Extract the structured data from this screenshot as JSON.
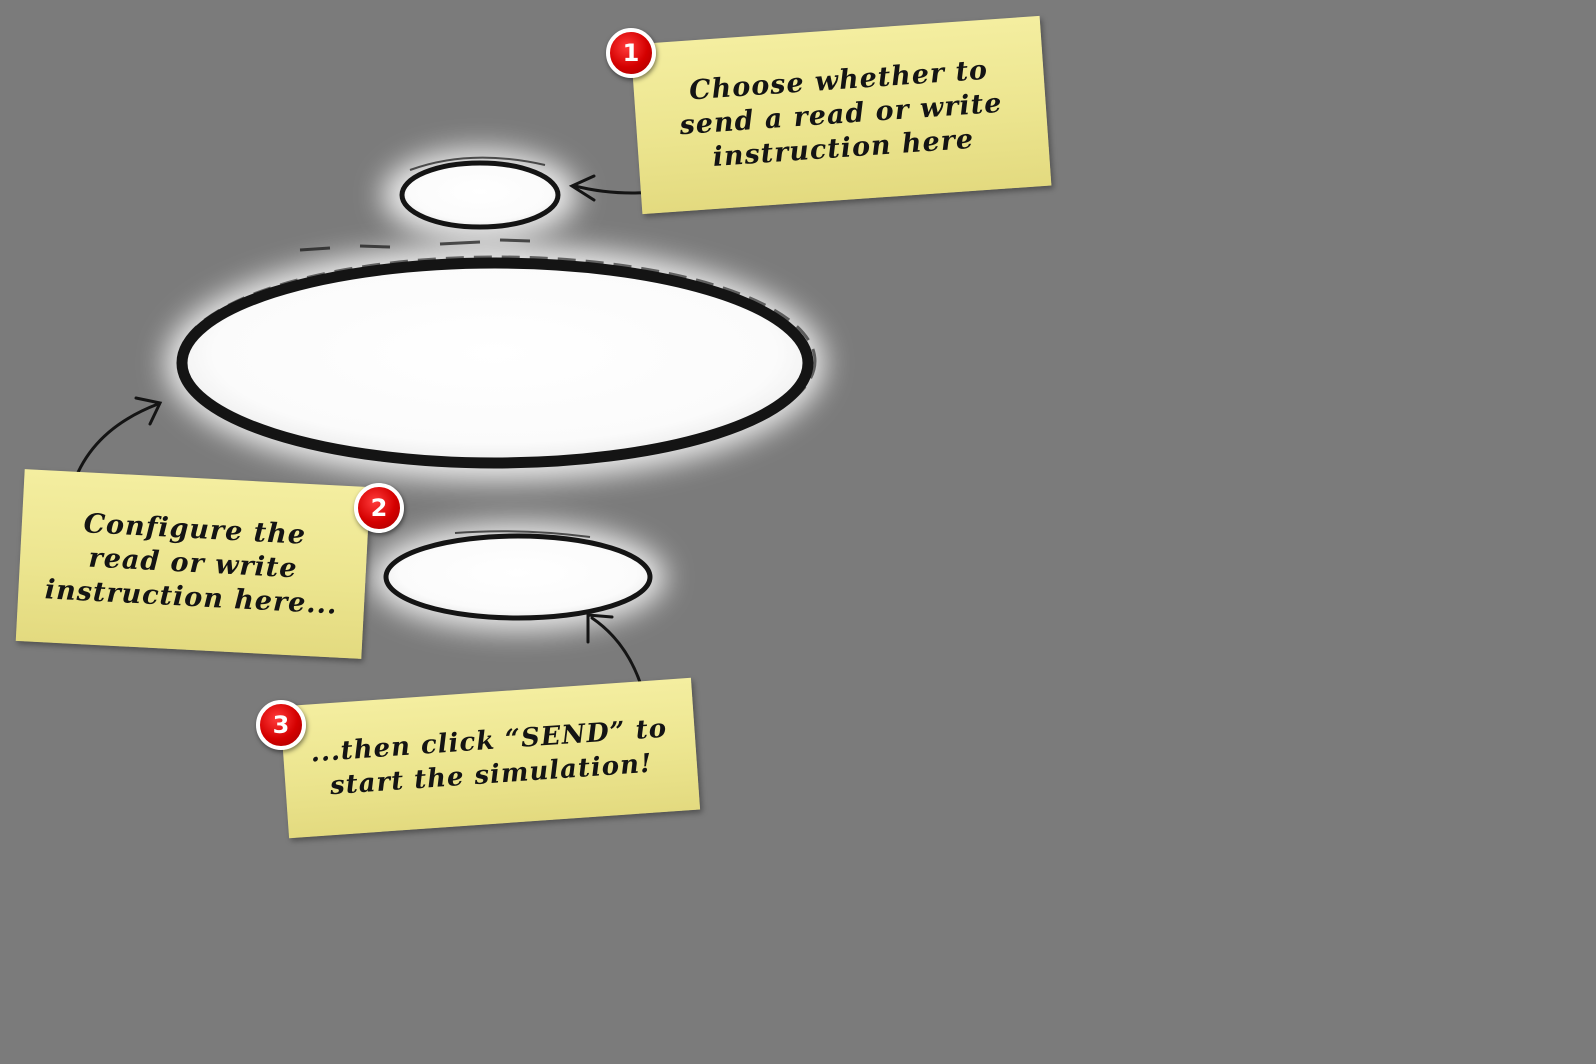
{
  "colors": {
    "background": "#7b7b7b",
    "note_fill": "#ece58f",
    "badge_fill": "#d40000",
    "ink": "#141414",
    "highlight_fill": "#ffffff"
  },
  "callouts": [
    {
      "step": "1",
      "text": "Choose whether to\nsend a read or write\ninstruction here"
    },
    {
      "step": "2",
      "text": "Configure the\nread or write\ninstruction here..."
    },
    {
      "step": "3",
      "text": "...then click “SEND” to\nstart the simulation!"
    }
  ]
}
